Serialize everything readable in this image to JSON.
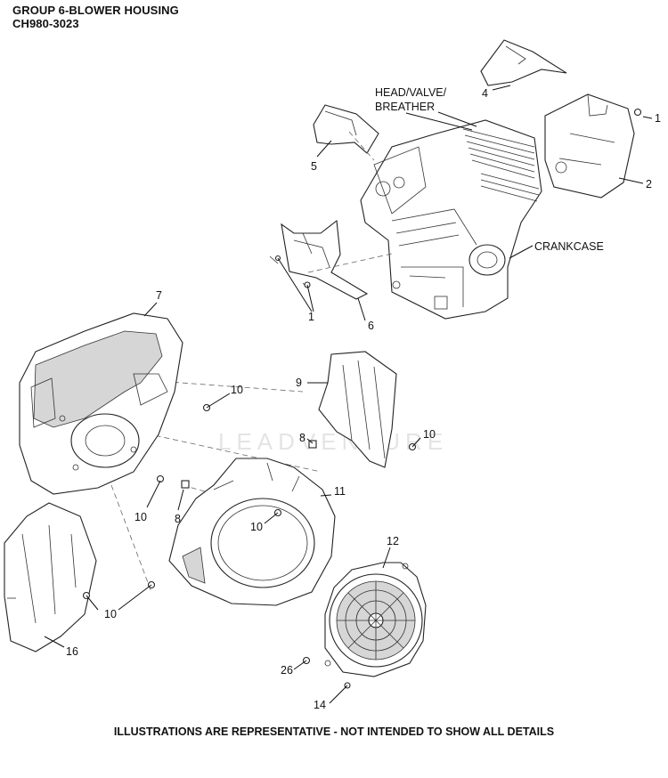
{
  "header": {
    "title": "GROUP 6-BLOWER HOUSING",
    "model": "CH980-3023"
  },
  "watermark": "LEADVENTURE",
  "labels": {
    "head_valve_breather_1": "HEAD/VALVE/",
    "head_valve_breather_2": "BREATHER",
    "crankcase": "CRANKCASE"
  },
  "callouts": {
    "c1a": "1",
    "c1b": "1",
    "c2": "2",
    "c4": "4",
    "c5": "5",
    "c6": "6",
    "c7": "7",
    "c8a": "8",
    "c8b": "8",
    "c9": "9",
    "c10a": "10",
    "c10b": "10",
    "c10c": "10",
    "c10d": "10",
    "c10e": "10",
    "c11": "11",
    "c12": "12",
    "c14": "14",
    "c16": "16",
    "c26": "26"
  },
  "footer": "ILLUSTRATIONS ARE REPRESENTATIVE - NOT INTENDED TO SHOW ALL DETAILS"
}
